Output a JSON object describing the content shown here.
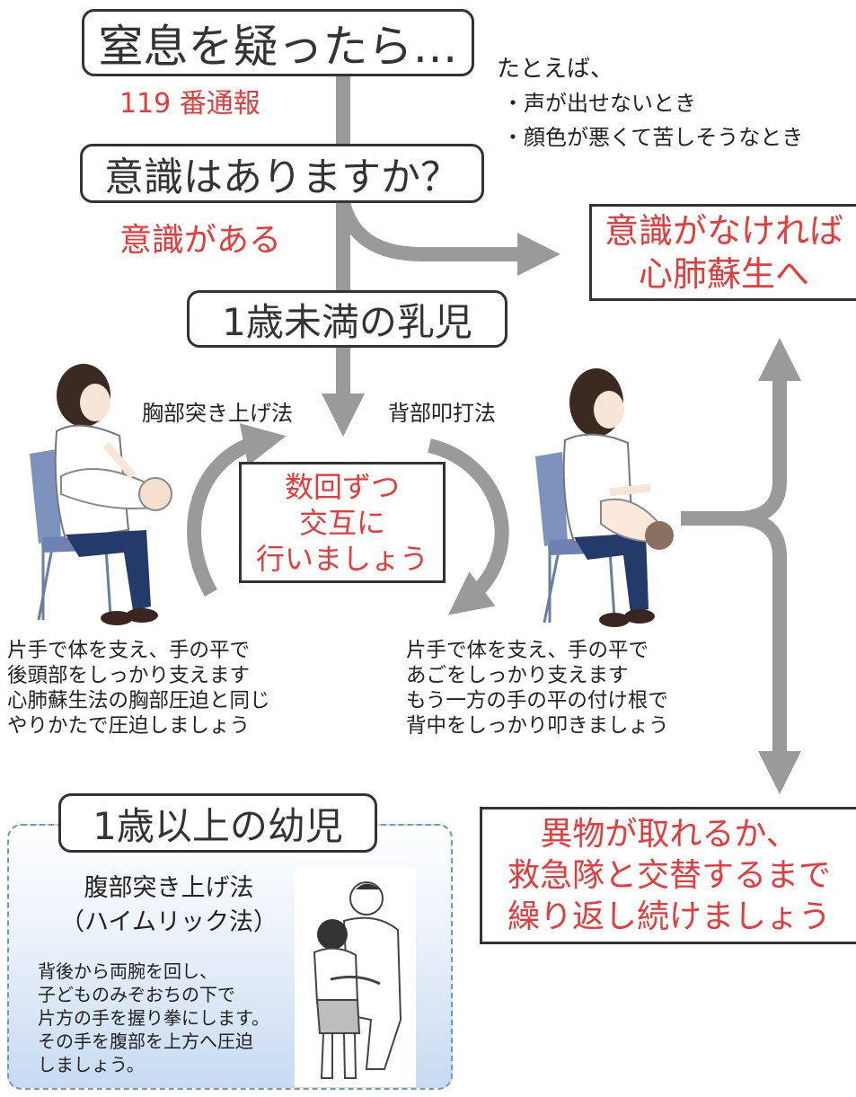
{
  "step_suspect": "窒息を疑ったら…",
  "call_119": "119 番通報",
  "examples": {
    "intro": "たとえば、",
    "item1": "・声が出せないとき",
    "item2": "・顔色が悪くて苦しそうなとき"
  },
  "step_conscious": "意識はありますか？",
  "conscious_yes": "意識がある",
  "unconscious_box": {
    "line1": "意識がなければ",
    "line2": "心肺蘇生へ"
  },
  "infant_title": "1歳未満の乳児",
  "method_chest": "胸部突き上げ法",
  "method_back": "背部叩打法",
  "alternate_box": {
    "line1": "数回ずつ",
    "line2": "交互に",
    "line3": "行いましょう"
  },
  "chest_desc": [
    "片手で体を支え、手の平で",
    "後頭部をしっかり支えます",
    "心肺蘇生法の胸部圧迫と同じ",
    "やりかたで圧迫しましょう"
  ],
  "back_desc": [
    "片手で体を支え、手の平で",
    "あごをしっかり支えます",
    "もう一方の手の平の付け根で",
    "背中をしっかり叩きましょう"
  ],
  "child_panel": {
    "title": "1歳以上の幼児",
    "method_line1": "腹部突き上げ法",
    "method_line2": "（ハイムリック法）",
    "desc": [
      "背後から両腕を回し、",
      "子どものみぞおちの下で",
      "片方の手を握り拳にします。",
      "その手を腹部を上方へ圧迫",
      "しましょう。"
    ]
  },
  "repeat_box": {
    "line1": "異物が取れるか、",
    "line2": "救急隊と交替するまで",
    "line3": "繰り返し続けましょう"
  },
  "colors": {
    "accent_red": "#e83a3a",
    "arrow_gray": "#9a9a9a",
    "border": "#333333",
    "panel_blue": "#c7daf1"
  }
}
